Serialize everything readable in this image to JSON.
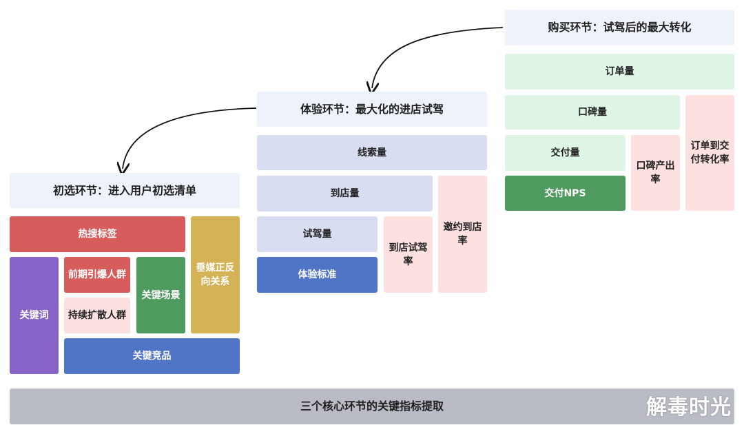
{
  "stage_purchase": {
    "header": "购买环节：试驾后的最大转化",
    "orders": "订单量",
    "word_of_mouth": "口碑量",
    "deliveries": "交付量",
    "delivery_nps": "交付NPS",
    "wom_rate": "口碑产出率",
    "order_delivery_rate": "订单到交付转化率"
  },
  "stage_experience": {
    "header": "体验环节：最大化的进店试驾",
    "leads": "线索量",
    "store_visits": "到店量",
    "test_drives": "试驾量",
    "experience_standard": "体验标准",
    "visit_testdrive_rate": "到店试驾率",
    "invite_visit_rate": "邀约到店率"
  },
  "stage_selection": {
    "header": "初选环节：进入用户初选清单",
    "hot_tags": "热搜标签",
    "keywords": "关键词",
    "early_crowd": "前期引爆人群",
    "expansion_crowd": "持续扩散人群",
    "key_scenes": "关键场景",
    "vertical_media": "垂媒正反向关系",
    "key_competitors": "关键竞品"
  },
  "footer": "三个核心环节的关键指标提取",
  "watermark": "解毒时光"
}
